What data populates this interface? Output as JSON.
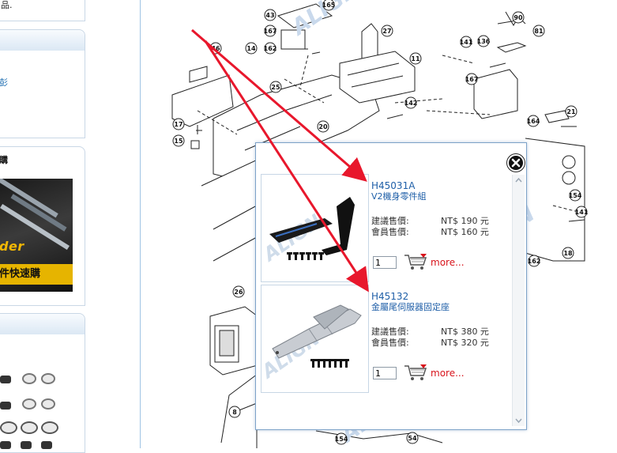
{
  "sidebar": {
    "top_fragment": "品.",
    "panel1_fragment": "彭",
    "panel2_title_fragment": "購",
    "promo": {
      "logo_fragment": "der",
      "tagline_fragment": "件快速購"
    }
  },
  "popup": {
    "products": [
      {
        "sku": "H45031A",
        "name": "V2機身零件組",
        "retail_label": "建議售價:",
        "retail_price": "NT$ 190 元",
        "member_label": "會員售價:",
        "member_price": "NT$ 160 元",
        "qty": "1",
        "more_label": "more..."
      },
      {
        "sku": "H45132",
        "name": "金屬尾伺服器固定座",
        "retail_label": "建議售價:",
        "retail_price": "NT$ 380 元",
        "member_label": "會員售價:",
        "member_price": "NT$ 320 元",
        "qty": "1",
        "more_label": "more..."
      }
    ]
  },
  "diagram": {
    "part_numbers": [
      "43",
      "165",
      "167",
      "162",
      "27",
      "90",
      "141",
      "136",
      "81",
      "46",
      "14",
      "11",
      "167",
      "25",
      "20",
      "142",
      "17",
      "15",
      "164",
      "21",
      "154",
      "141",
      "162",
      "18",
      "26",
      "8",
      "154",
      "54"
    ]
  },
  "colors": {
    "link_blue": "#1f5fa8",
    "more_red": "#d8141c",
    "arrow_red": "#e8172c",
    "watermark_blue": "#c9d9ec"
  }
}
